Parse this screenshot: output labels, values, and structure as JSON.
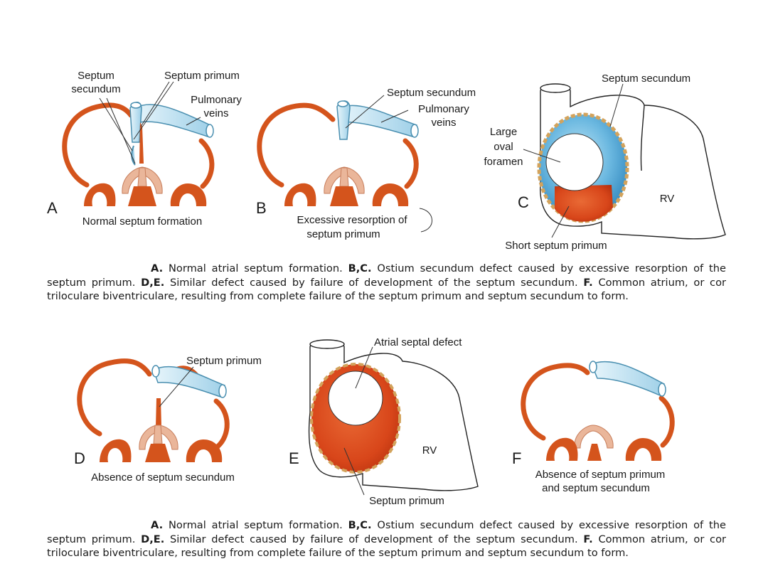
{
  "top": {
    "panel_a": {
      "letter": "A",
      "label_septum_secundum": [
        "Septum",
        "secundum"
      ],
      "label_septum_primum": "Septum primum",
      "label_pulmonary_veins": [
        "Pulmonary",
        "veins"
      ],
      "caption": "Normal septum formation"
    },
    "panel_b": {
      "letter": "B",
      "label_septum_secundum": "Septum secundum",
      "label_pulmonary_veins": [
        "Pulmonary",
        "veins"
      ],
      "caption": [
        "Excessive resorption of",
        "septum primum"
      ]
    },
    "panel_c": {
      "letter": "C",
      "label_septum_secundum": "Septum secundum",
      "label_large_oval_foramen": [
        "Large",
        "oval",
        "foramen"
      ],
      "label_rv": "RV",
      "label_short_septum_primum": "Short septum primum"
    },
    "caption": {
      "A": "A.",
      "A_text": " Normal atrial septum formation. ",
      "BC": "B,C.",
      "BC_text": " Ostium secundum defect caused by excessive resorption of the septum primum. ",
      "DE": "D,E.",
      "DE_text": " Similar defect caused by failure of development of the septum secundum. ",
      "F": "F.",
      "F_text": " Common atrium, or cor triloculare biventriculare, resulting from complete failure of the septum primum and septum secundum to form."
    }
  },
  "bottom": {
    "panel_d": {
      "letter": "D",
      "label_septum_primum": "Septum primum",
      "caption": "Absence of septum secundum"
    },
    "panel_e": {
      "letter": "E",
      "label_atrial_septal_defect": "Atrial septal defect",
      "label_rv": "RV",
      "label_septum_primum": "Septum primum"
    },
    "panel_f": {
      "letter": "F",
      "caption": [
        "Absence of septum primum",
        "and septum secundum"
      ]
    },
    "caption": {
      "A": "A.",
      "A_text": " Normal atrial septum formation. ",
      "BC": "B,C.",
      "BC_text": " Ostium secundum defect caused by excessive resorption of the septum primum. ",
      "DE": "D,E.",
      "DE_text": " Similar defect caused by failure of development of the septum secundum. ",
      "F": "F.",
      "F_text": " Common atrium, or cor triloculare biventriculare, resulting from complete failure of the septum primum and septum secundum to form."
    }
  },
  "colors": {
    "muscle": "#d4541c",
    "muscle_dark": "#b83e10",
    "cushion": "#eab69a",
    "vein_fill": "#bfe2f1",
    "vein_stroke": "#4a8fb0",
    "secundum_blue": "#4aa6d6",
    "primum_red": "#e0491a",
    "rim_tan": "#d3a35c"
  }
}
